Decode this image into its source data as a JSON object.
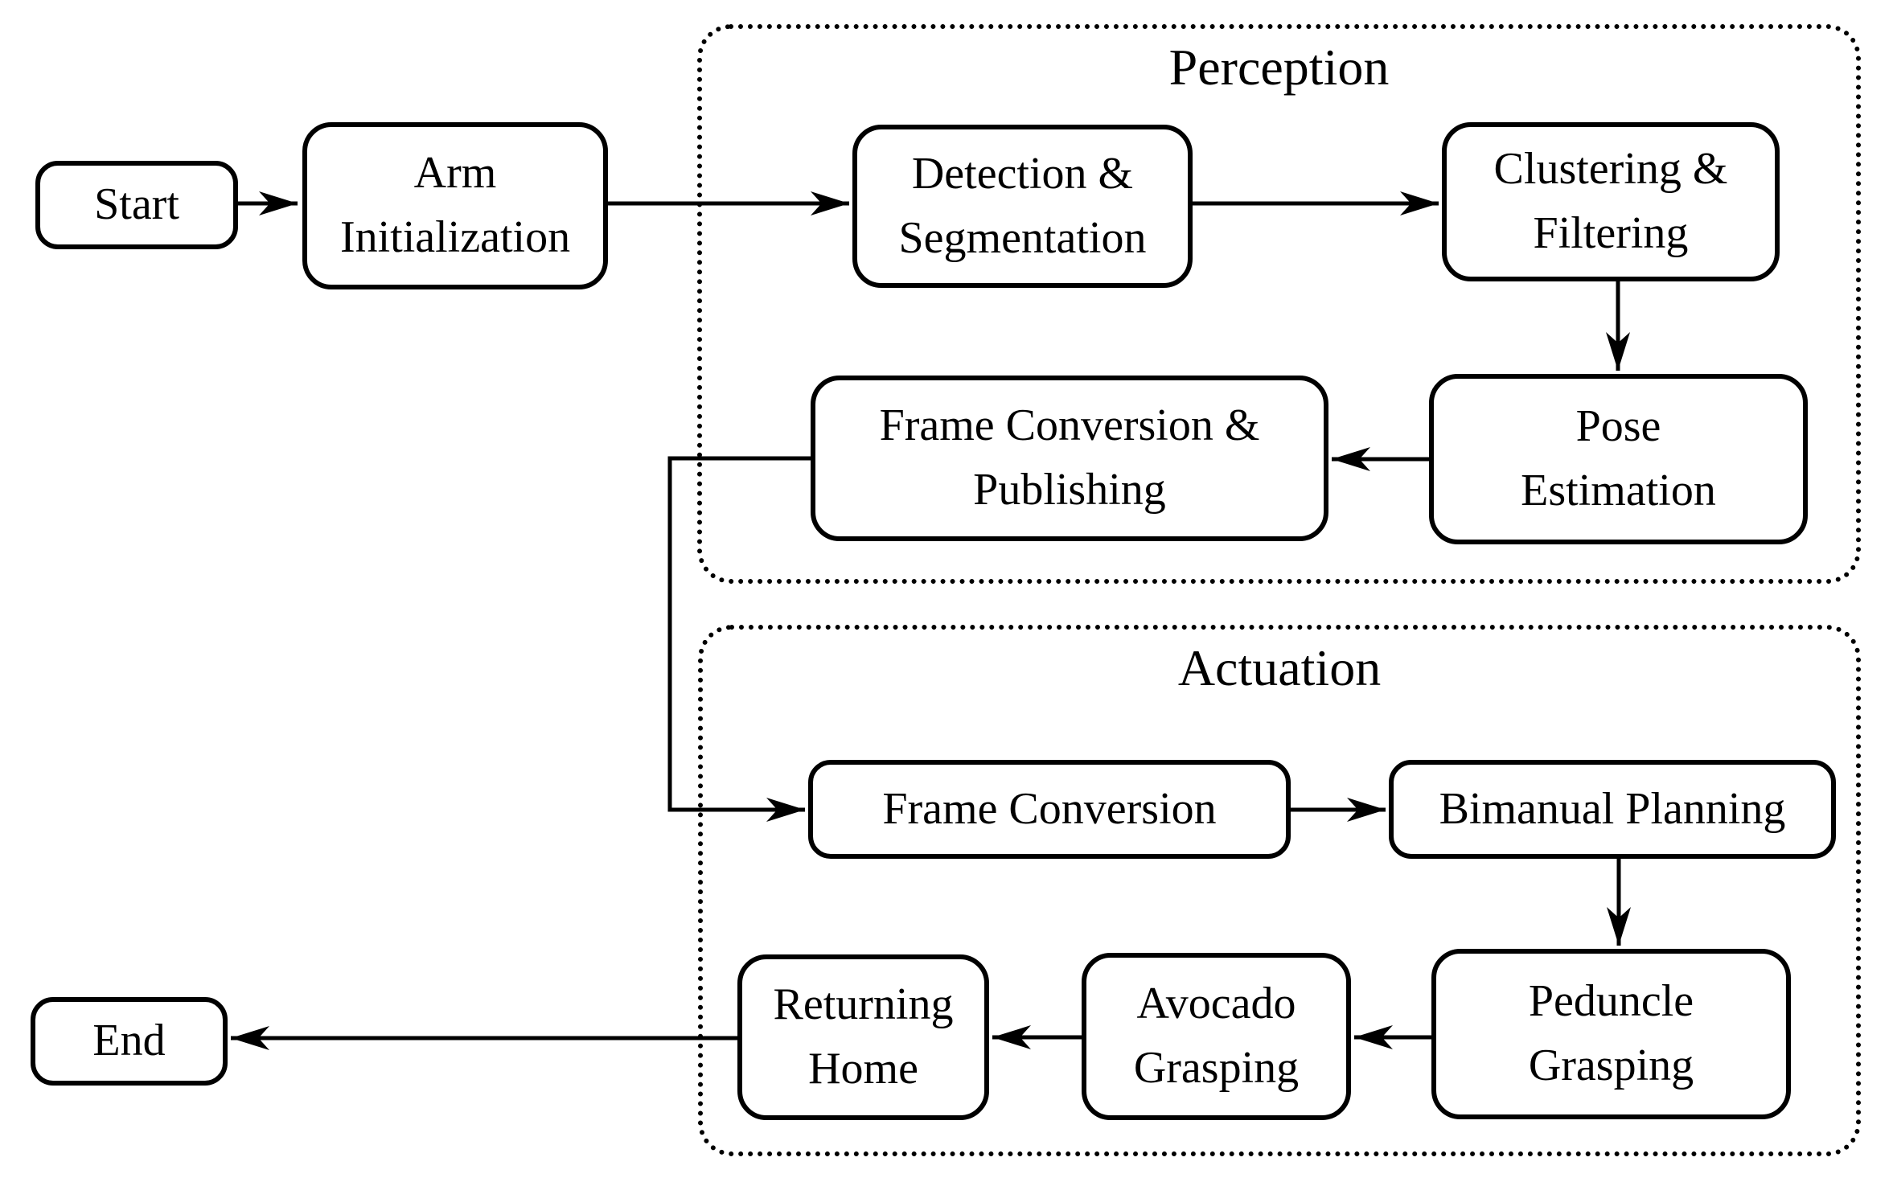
{
  "colors": {
    "foreground": "#000000",
    "background": "#ffffff"
  },
  "groups": {
    "perception": {
      "title": "Perception"
    },
    "actuation": {
      "title": "Actuation"
    }
  },
  "nodes": {
    "start": {
      "label": "Start"
    },
    "arm_initialization": {
      "label": "Arm\nInitialization"
    },
    "detection_segmentation": {
      "label": "Detection &\nSegmentation"
    },
    "clustering_filtering": {
      "label": "Clustering &\nFiltering"
    },
    "pose_estimation": {
      "label": "Pose\nEstimation"
    },
    "frame_conversion_publishing": {
      "label": "Frame Conversion &\nPublishing"
    },
    "frame_conversion": {
      "label": "Frame Conversion"
    },
    "bimanual_planning": {
      "label": "Bimanual Planning"
    },
    "peduncle_grasping": {
      "label": "Peduncle\nGrasping"
    },
    "avocado_grasping": {
      "label": "Avocado\nGrasping"
    },
    "returning_home": {
      "label": "Returning\nHome"
    },
    "end": {
      "label": "End"
    }
  },
  "edges": [
    {
      "from": "Start",
      "to": "Arm Initialization"
    },
    {
      "from": "Arm Initialization",
      "to": "Detection & Segmentation"
    },
    {
      "from": "Detection & Segmentation",
      "to": "Clustering & Filtering"
    },
    {
      "from": "Clustering & Filtering",
      "to": "Pose Estimation"
    },
    {
      "from": "Pose Estimation",
      "to": "Frame Conversion & Publishing"
    },
    {
      "from": "Frame Conversion & Publishing",
      "to": "Frame Conversion"
    },
    {
      "from": "Frame Conversion",
      "to": "Bimanual Planning"
    },
    {
      "from": "Bimanual Planning",
      "to": "Peduncle Grasping"
    },
    {
      "from": "Peduncle Grasping",
      "to": "Avocado Grasping"
    },
    {
      "from": "Avocado Grasping",
      "to": "Returning Home"
    },
    {
      "from": "Returning Home",
      "to": "End"
    }
  ]
}
